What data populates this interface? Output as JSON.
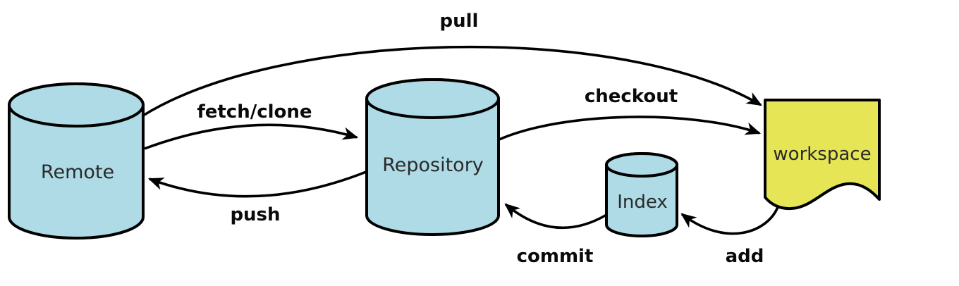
{
  "nodes": {
    "remote": {
      "label": "Remote",
      "shape": "cylinder"
    },
    "repository": {
      "label": "Repository",
      "shape": "cylinder"
    },
    "index": {
      "label": "Index",
      "shape": "cylinder"
    },
    "workspace": {
      "label": "workspace",
      "shape": "document"
    }
  },
  "edges": {
    "pull": {
      "label": "pull",
      "from": "remote",
      "to": "workspace"
    },
    "fetch_clone": {
      "label": "fetch/clone",
      "from": "remote",
      "to": "repository"
    },
    "checkout": {
      "label": "checkout",
      "from": "repository",
      "to": "workspace"
    },
    "push": {
      "label": "push",
      "from": "repository",
      "to": "remote"
    },
    "commit": {
      "label": "commit",
      "from": "index",
      "to": "repository"
    },
    "add": {
      "label": "add",
      "from": "workspace",
      "to": "index"
    }
  },
  "colors": {
    "cylinder_fill": "#aedbe6",
    "document_fill": "#e5e555",
    "stroke": "#000000",
    "node_text": "#2a2a2a",
    "edge_text": "#0a0a0a",
    "background": "#ffffff"
  }
}
